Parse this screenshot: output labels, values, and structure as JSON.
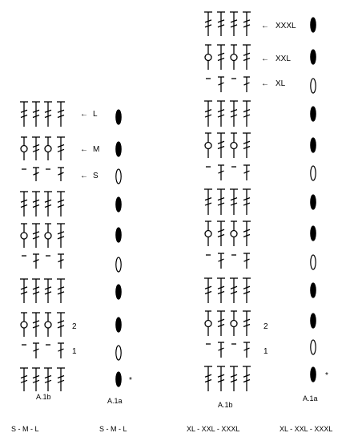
{
  "symbols": {
    "triple-crochet": "triple crochet stitch symbol",
    "double-crochet": "double crochet stitch symbol",
    "chain-space": "chain stitch symbol",
    "cluster": "bobble stitch symbol",
    "filled-oval": "filled chain oval",
    "open-oval": "open chain oval"
  },
  "left": {
    "size_labels": [
      "L",
      "M",
      "S"
    ],
    "row_numbers": [
      "2",
      "1"
    ],
    "star": "*",
    "chart_a1b": "A.1b",
    "chart_a1a": "A.1a",
    "sizes_a1b": "S - M - L",
    "sizes_a1a": "S - M - L"
  },
  "right": {
    "size_labels": [
      "XXXL",
      "XXL",
      "XL"
    ],
    "row_numbers": [
      "2",
      "1"
    ],
    "star": "*",
    "chart_a1b": "A.1b",
    "chart_a1a": "A.1a",
    "sizes_a1b": "XL - XXL - XXXL",
    "sizes_a1a": "XL - XXL - XXXL"
  },
  "arrow_glyph": "←"
}
